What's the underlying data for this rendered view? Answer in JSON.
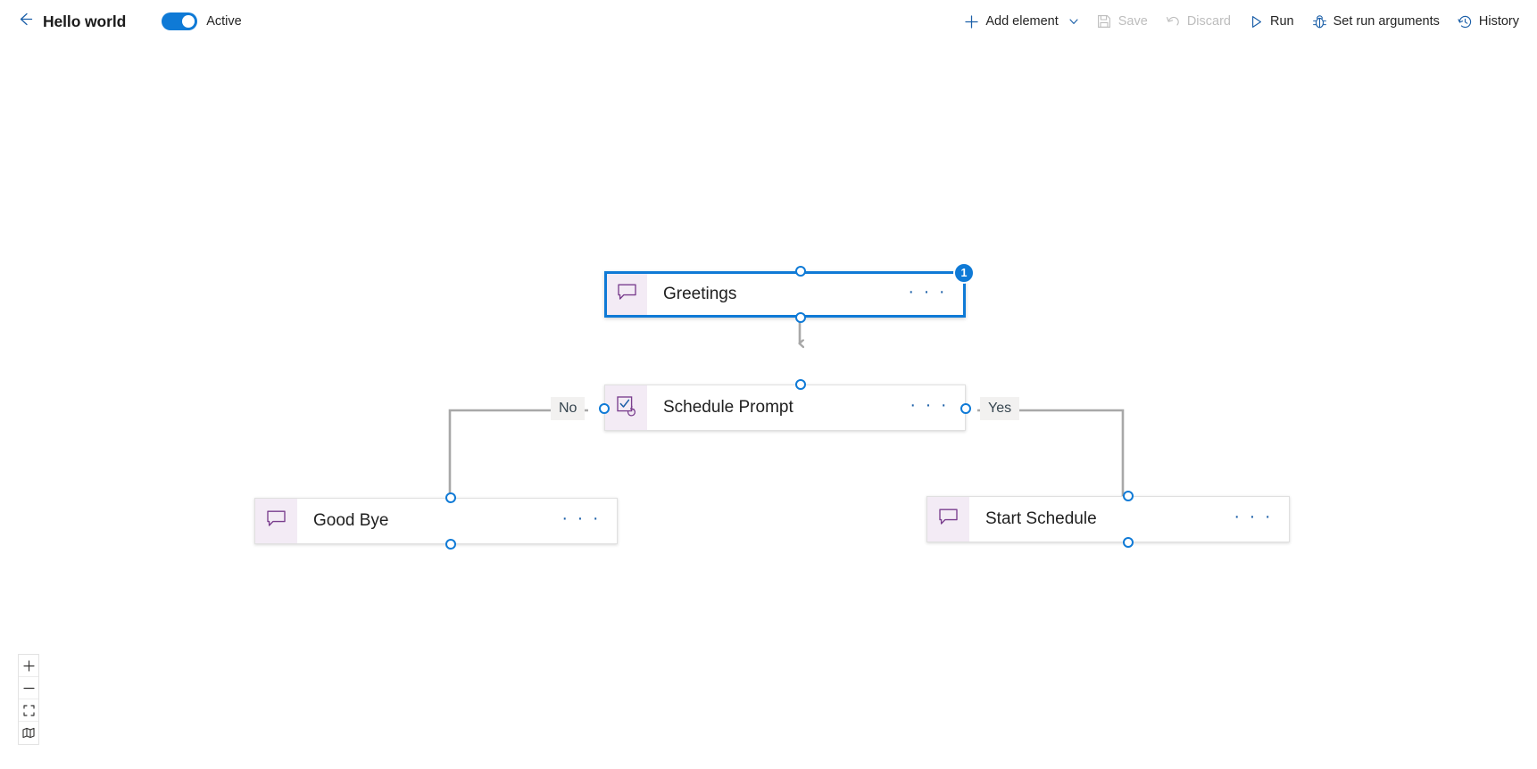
{
  "header": {
    "back_icon": "arrow-left-icon",
    "title": "Hello world",
    "toggle": {
      "state": "on",
      "label": "Active"
    }
  },
  "toolbar": {
    "items": [
      {
        "label": "Add element",
        "icon": "plus-icon",
        "disabled": false,
        "has_chevron": true
      },
      {
        "label": "Save",
        "icon": "save-floppy-icon",
        "disabled": true,
        "has_chevron": false
      },
      {
        "label": "Discard",
        "icon": "undo-arrow-icon",
        "disabled": true,
        "has_chevron": false
      },
      {
        "label": "Run",
        "icon": "play-triangle-icon",
        "disabled": false,
        "has_chevron": false
      },
      {
        "label": "Set run arguments",
        "icon": "bug-icon",
        "disabled": false,
        "has_chevron": false
      },
      {
        "label": "History",
        "icon": "clock-history-icon",
        "disabled": false,
        "has_chevron": false
      }
    ]
  },
  "canvas": {
    "nodes": [
      {
        "id": "greetings",
        "title": "Greetings",
        "icon": "message-bubble-icon",
        "selected": true,
        "badge": "1",
        "menu": "· · ·"
      },
      {
        "id": "schedule-prompt",
        "title": "Schedule Prompt",
        "icon": "checkbox-refresh-icon",
        "selected": false,
        "badge": null,
        "menu": "· · ·"
      },
      {
        "id": "good-bye",
        "title": "Good Bye",
        "icon": "message-bubble-icon",
        "selected": false,
        "badge": null,
        "menu": "· · ·"
      },
      {
        "id": "start-schedule",
        "title": "Start Schedule",
        "icon": "message-bubble-icon",
        "selected": false,
        "badge": null,
        "menu": "· · ·"
      }
    ],
    "edge_labels": {
      "no": "No",
      "yes": "Yes"
    }
  },
  "zoom_controls": [
    {
      "name": "zoom-in",
      "icon": "plus-icon"
    },
    {
      "name": "zoom-out",
      "icon": "minus-icon"
    },
    {
      "name": "fit-to-screen",
      "icon": "fit-screen-icon"
    },
    {
      "name": "minimap",
      "icon": "map-icon"
    }
  ],
  "colors": {
    "accent": "#0f7ad6",
    "link": "#1b5fa8",
    "node_icon_bg": "#f3ebf5",
    "icon_purple": "#7a3e8e",
    "edge": "#a8a8a8",
    "disabled": "#bdbdbd"
  }
}
